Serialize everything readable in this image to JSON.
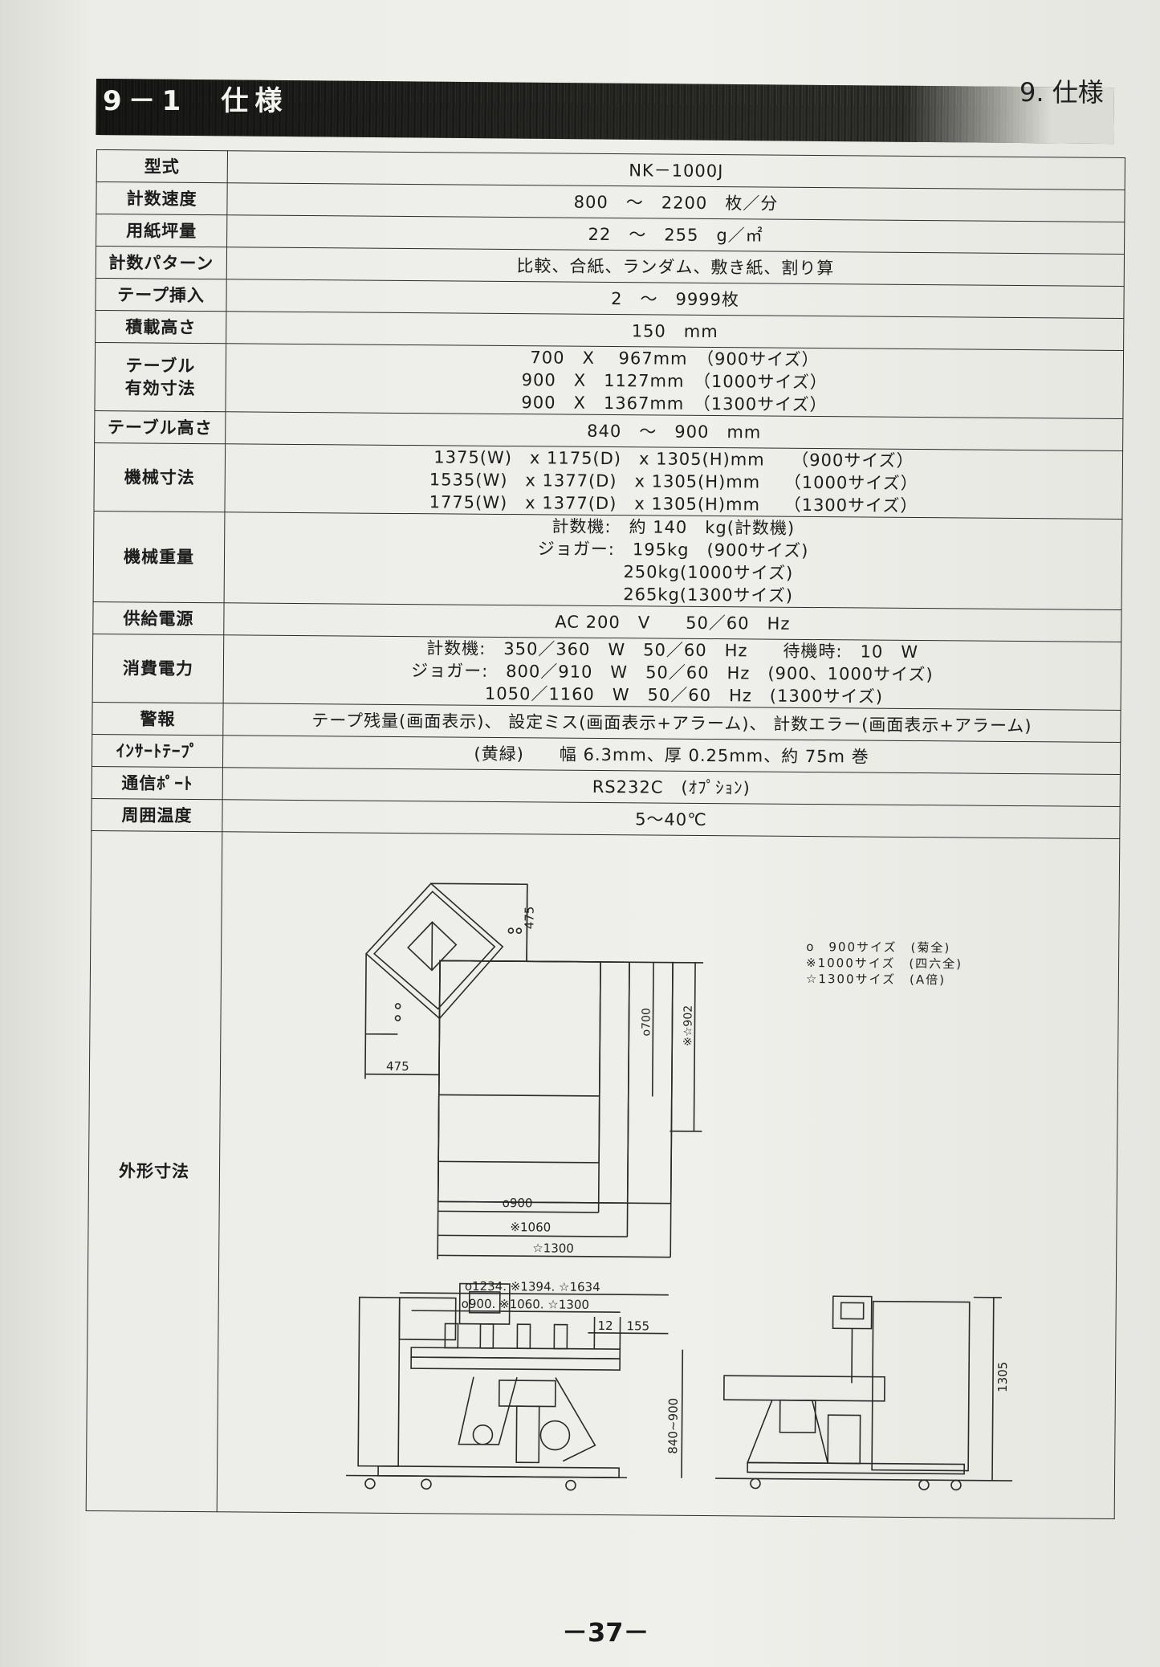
{
  "header": {
    "section_title": "9－1　仕様",
    "chapter_title": "9. 仕様"
  },
  "rows": [
    {
      "label": "型式",
      "lines": [
        "NK－1000J"
      ]
    },
    {
      "label": "計数速度",
      "lines": [
        "800　～　2200　枚／分"
      ]
    },
    {
      "label": "用紙坪量",
      "lines": [
        "22　～　255　g／㎡"
      ]
    },
    {
      "label": "計数パターン",
      "lines": [
        "比較、合紙、ランダム、敷き紙、割り算"
      ]
    },
    {
      "label": "テープ挿入",
      "lines": [
        "2　～　9999枚"
      ]
    },
    {
      "label": "積載高さ",
      "lines": [
        "150　mm"
      ]
    },
    {
      "label": "テーブル\n有効寸法",
      "lines": [
        "700　X　 967mm　（900サイズ）",
        "900　X　1127mm　（1000サイズ）",
        "900　X　1367mm　（1300サイズ）"
      ]
    },
    {
      "label": "テーブル高さ",
      "lines": [
        "840　～　900　mm"
      ]
    },
    {
      "label": "機械寸法",
      "lines": [
        "1375(W)　x 1175(D)　x 1305(H)mm　　（900サイズ）",
        "1535(W)　x 1377(D)　x 1305(H)mm　 （1000サイズ）",
        "1775(W)　x 1377(D)　x 1305(H)mm　 （1300サイズ）"
      ]
    },
    {
      "label": "機械重量",
      "lines": [
        "計数機:　約 140　kg(計数機)",
        "ジョガー:　195kg　(900サイズ)",
        "　　　　250kg(1000サイズ)",
        "　　　　265kg(1300サイズ)"
      ]
    },
    {
      "label": "供給電源",
      "lines": [
        "AC 200　V　　50／60　Hz"
      ]
    },
    {
      "label": "消費電力",
      "lines": [
        "計数機:　350／360　W　50／60　Hz　　待機時:　10　W",
        "ジョガー:　800／910　W　50／60　Hz　(900、1000サイズ)",
        "　 1050／1160　W　50／60　Hz　(1300サイズ)"
      ]
    },
    {
      "label": "警報",
      "lines": [
        "テープ残量(画面表示)、 設定ミス(画面表示+アラーム)、 計数エラー(画面表示+アラーム)"
      ]
    },
    {
      "label": "ｲﾝｻｰﾄﾃｰﾌﾟ",
      "lines": [
        "(黄緑)　　幅 6.3mm、厚 0.25mm、約 75m 巻"
      ]
    },
    {
      "label": "通信ﾎﾟｰﾄ",
      "lines": [
        "RS232C　(ｵﾌﾟｼｮﾝ)"
      ]
    },
    {
      "label": "周囲温度",
      "lines": [
        "5～40℃"
      ]
    }
  ],
  "drawing": {
    "label": "外形寸法",
    "dim_475_vertical": "475",
    "dim_475_horizontal": "475",
    "dim_700": "o700",
    "dim_902": "※☆902",
    "dim_900": "o900",
    "dim_1060": "※1060",
    "dim_1300": "☆1300",
    "legend_1": "o　900サイズ　(菊全)",
    "legend_2": "※1000サイズ　(四六全)",
    "legend_3": "☆1300サイズ　(A倍)",
    "front_dim_top": "o1234. ※1394. ☆1634",
    "front_dim_mid": "o900. ※1060. ☆1300",
    "front_dim_12": "12",
    "front_dim_155": "155",
    "front_dim_height": "840~900",
    "side_dim_height": "1305"
  },
  "footer": {
    "page_number": "－37－"
  }
}
